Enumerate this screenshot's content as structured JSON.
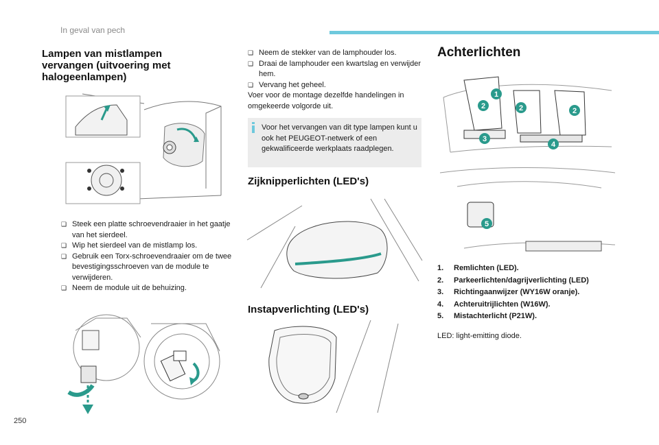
{
  "header": {
    "section": "In geval van pech"
  },
  "page_number": "250",
  "fog": {
    "title_lines": [
      "Lampen van mistlampen",
      "vervangen (uitvoering met",
      "halogeenlampen)"
    ],
    "steps": [
      "Steek een platte schroevendraaier in het gaatje van het sierdeel.",
      "Wip het sierdeel van de mistlamp los.",
      "Gebruik een Torx-schroevendraaier om de twee bevestigingsschroeven van de module te verwijderen.",
      "Neem de module uit de behuizing."
    ]
  },
  "middle": {
    "steps": [
      "Neem de stekker van de lamphouder los.",
      "Draai de lamphouder een kwartslag en verwijder hem.",
      "Vervang het geheel."
    ],
    "montage": "Voer voor de montage dezelfde handelingen in omgekeerde volgorde uit.",
    "note": "Voor het vervangen van dit type lampen kunt u ook het PEUGEOT-netwerk of een gekwalificeerde werkplaats raadplegen.",
    "zijknipper_title": "Zijknipperlichten (LED's)",
    "instap_title": "Instapverlichting (LED's)"
  },
  "rear": {
    "title": "Achterlichten",
    "legend": [
      {
        "n": "1.",
        "t": "Remlichten (LED)."
      },
      {
        "n": "2.",
        "t": "Parkeerlichten/dagrijverlichting (LED)"
      },
      {
        "n": "3.",
        "t": "Richtingaanwijzer (WY16W oranje)."
      },
      {
        "n": "4.",
        "t": "Achteruitrijlichten (W16W)."
      },
      {
        "n": "5.",
        "t": "Mistachterlicht (P21W)."
      }
    ],
    "led_note": "LED: light-emitting diode.",
    "callouts": [
      "1",
      "2",
      "2",
      "2",
      "3",
      "4",
      "5"
    ]
  },
  "colors": {
    "accent": "#6ec9dd",
    "teal": "#2a9a8c",
    "note_bg": "#ececec"
  },
  "icons": {
    "bullet": "square-bullet-icon",
    "note": "info-icon"
  }
}
